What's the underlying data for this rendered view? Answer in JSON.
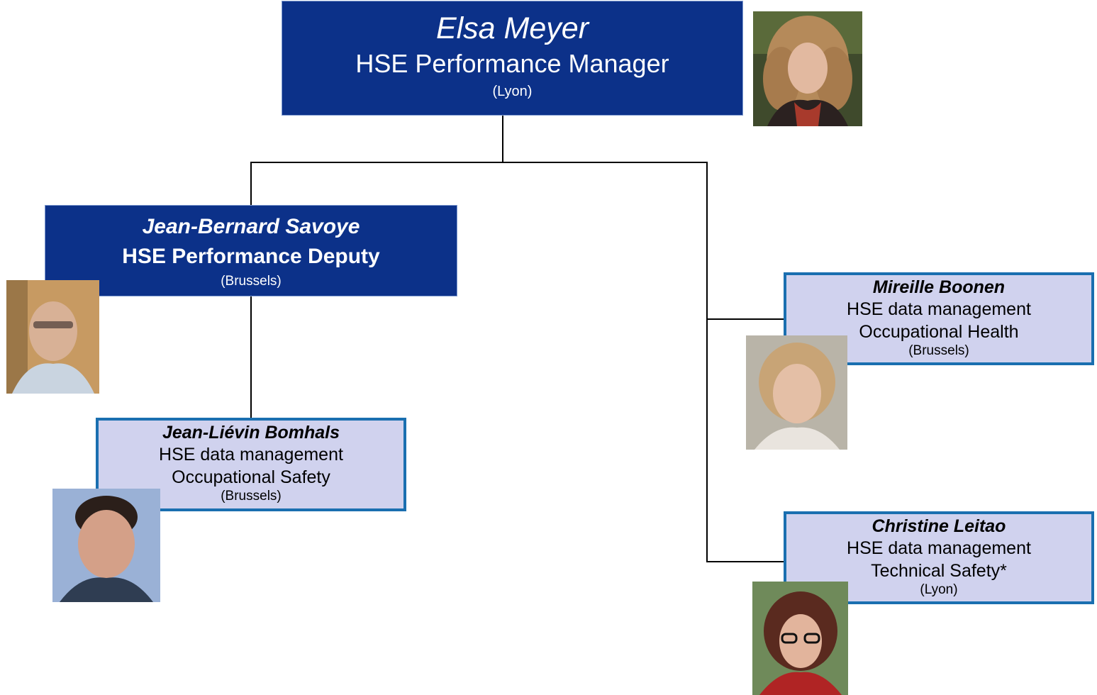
{
  "chart": {
    "top": {
      "name": "Elsa Meyer",
      "title": "HSE Performance Manager",
      "location": "(Lyon)"
    },
    "deputy": {
      "name": "Jean-Bernard Savoye",
      "title": "HSE Performance Deputy",
      "location": "(Brussels)"
    },
    "bomhals": {
      "name": "Jean-Liévin Bomhals",
      "role": "HSE data management",
      "area": "Occupational Safety",
      "location": "(Brussels)"
    },
    "boonen": {
      "name": "Mireille Boonen",
      "role": "HSE data management",
      "area": "Occupational Health",
      "location": "(Brussels)"
    },
    "leitao": {
      "name": "Christine Leitao",
      "role": "HSE data management",
      "area": "Technical Safety*",
      "location": "(Lyon)"
    }
  },
  "colors": {
    "dark_box": "#0c3189",
    "light_box": "#d0d2ee",
    "light_border": "#1a6fb0",
    "connector": "#000000"
  }
}
